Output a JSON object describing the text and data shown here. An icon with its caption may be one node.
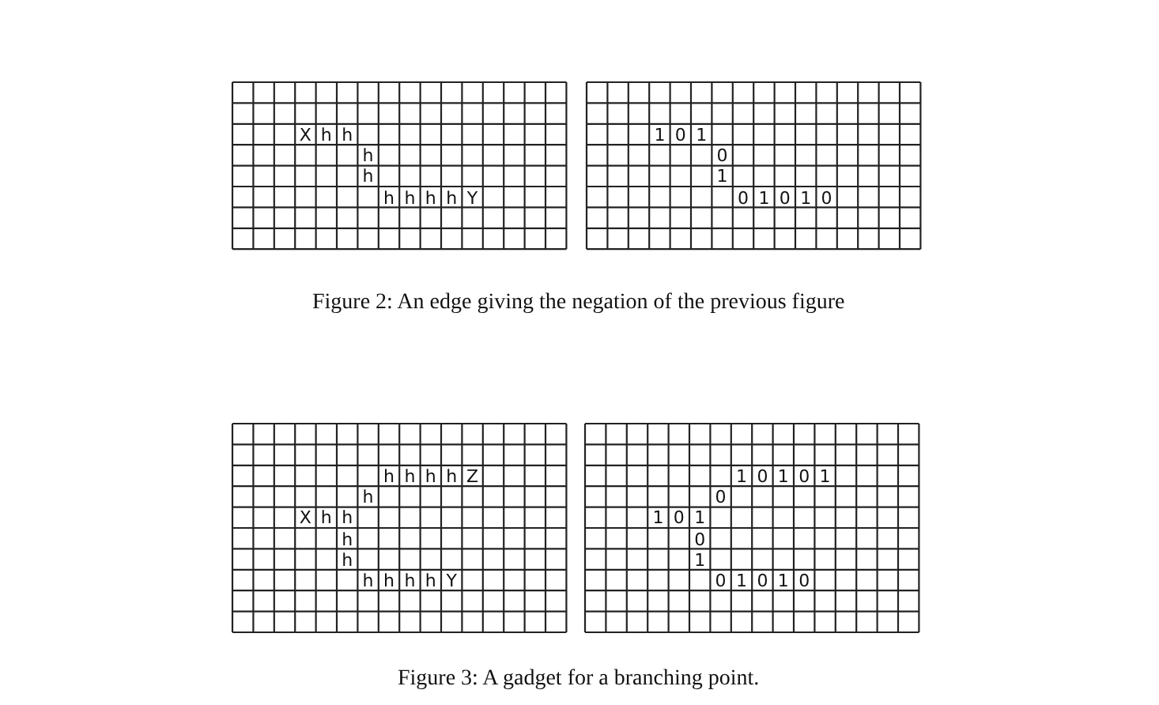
{
  "diagram": {
    "labels": [
      "X",
      "h",
      "h",
      "h",
      "h",
      "h",
      "h",
      "h",
      "h",
      "Y",
      "1",
      "0",
      "1",
      "0",
      "1",
      "0",
      "1",
      "0",
      "1",
      "0",
      "Figure 2: An edge giving the negation of the previous figure",
      "h",
      "h",
      "h",
      "h",
      "Z",
      "h",
      "X",
      "h",
      "h",
      "h",
      "h",
      "h",
      "h",
      "h",
      "h",
      "Y",
      "1",
      "0",
      "1",
      "0",
      "1",
      "0",
      "1",
      "0",
      "1",
      "0",
      "1",
      "0",
      "1",
      "0",
      "1",
      "0",
      "Figure 3: A gadget for a branching point."
    ]
  }
}
